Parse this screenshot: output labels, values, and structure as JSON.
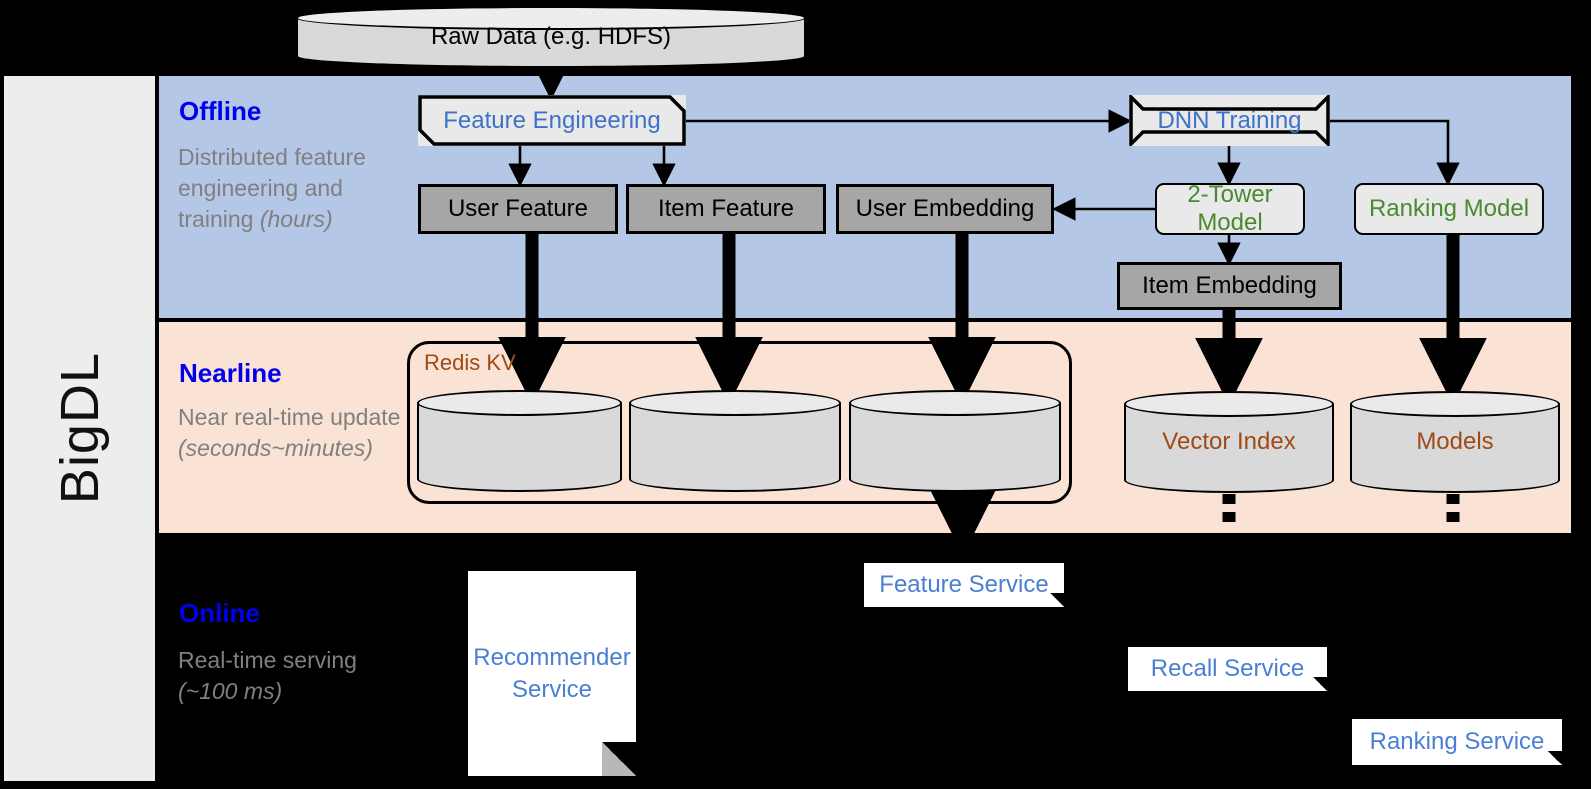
{
  "sidebar": {
    "label": "BigDL"
  },
  "bands": {
    "offline": {
      "title": "Offline",
      "desc_line1": "Distributed feature engineering and training ",
      "desc_italic": "(hours)"
    },
    "nearline": {
      "title": "Nearline",
      "desc_line1": "Near real-time update ",
      "desc_italic": "(seconds~minutes)"
    },
    "online": {
      "title": "Online",
      "desc_line1": "Real-time serving ",
      "desc_italic": "(~100 ms)"
    }
  },
  "nodes": {
    "raw_data": "Raw Data (e.g. HDFS)",
    "feature_engineering": "Feature Engineering",
    "dnn_training": "DNN Training",
    "user_feature": "User Feature",
    "item_feature": "Item Feature",
    "user_embedding": "User Embedding",
    "two_tower_model": "2-Tower Model",
    "ranking_model": "Ranking Model",
    "item_embedding": "Item Embedding",
    "redis_kv": "Redis KV",
    "vector_index": "Vector Index",
    "models": "Models",
    "feature_service": "Feature Service",
    "recommender_service": "Recommender Service",
    "recall_service": "Recall Service",
    "ranking_service": "Ranking Service"
  },
  "colors": {
    "offline_band": "#b4c7e7",
    "nearline_band": "#fae2d5",
    "online_band": "#000000",
    "sidebar": "#ededed",
    "band_title": "#0000ee",
    "band_desc": "#808080",
    "process_blue_text": "#3c72c8",
    "process_green_text": "#4a8a30",
    "store_brown_text": "#a04a16",
    "data_box_fill": "#a6a6a6",
    "process_fill": "#e9e9e9",
    "cylinder_fill": "#d9d9d9",
    "service_card_text": "#4a7fd4"
  }
}
